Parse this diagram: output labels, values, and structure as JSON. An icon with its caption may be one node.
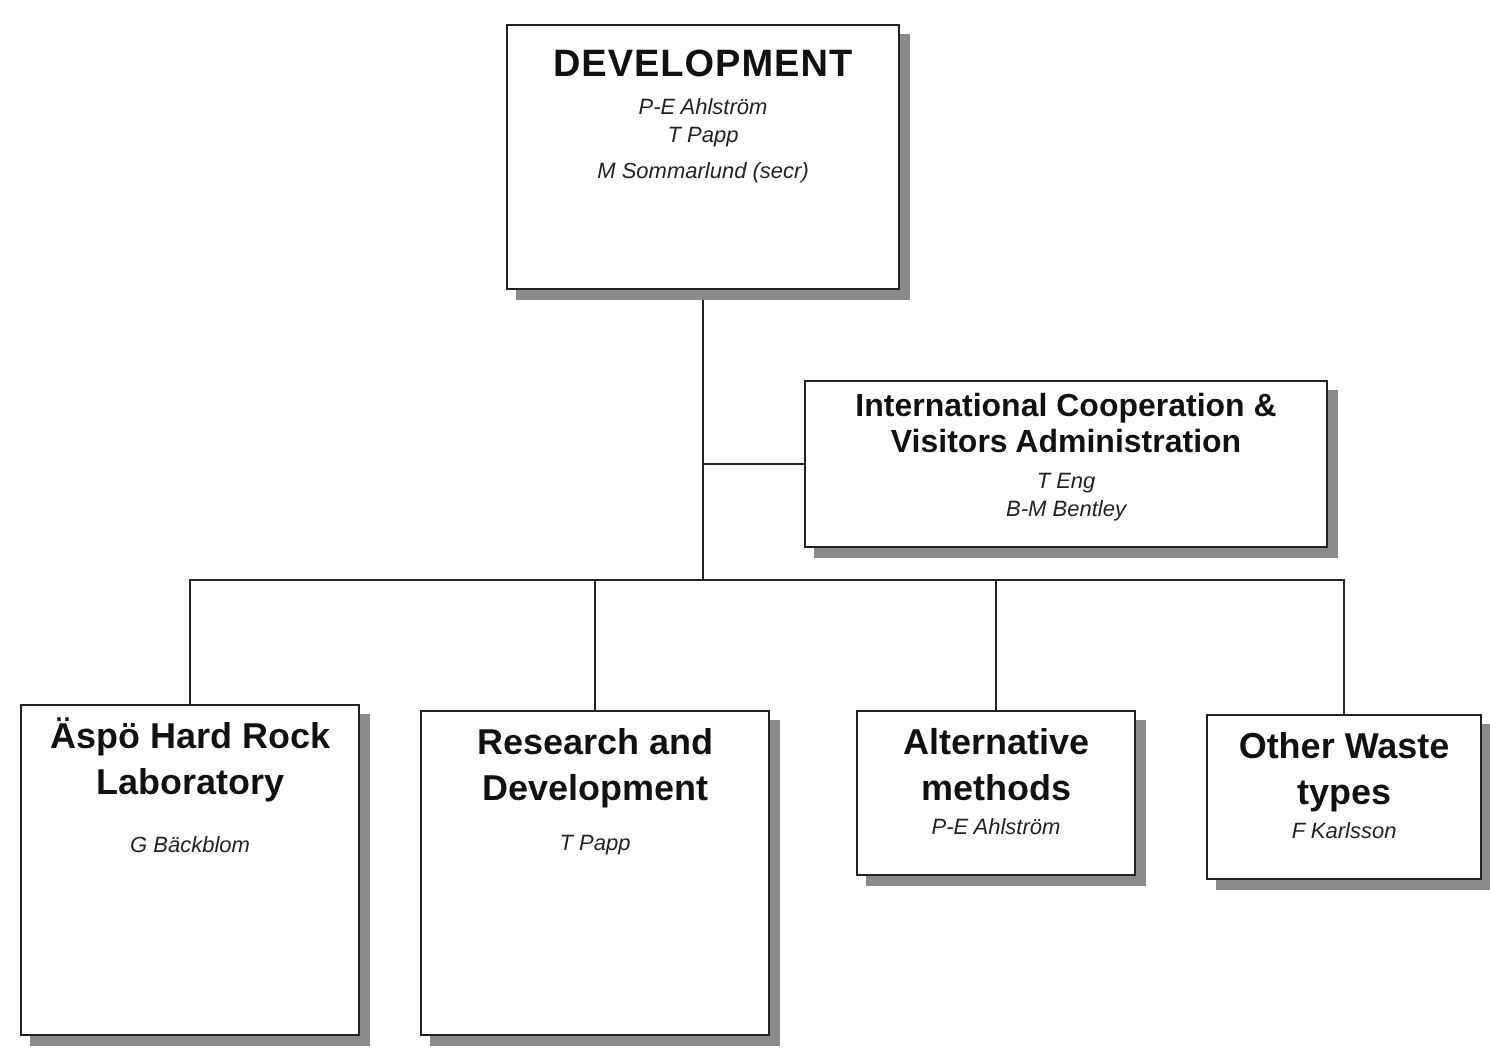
{
  "diagram": {
    "nodes": [
      {
        "text": [
          "DEVELOPMENT",
          "P-E Ahlström",
          "T Papp",
          "M Sommarlund (secr)"
        ]
      },
      {
        "text": [
          "International Cooperation & Visitors Administration",
          "T Eng",
          "B-M Bentley"
        ]
      },
      {
        "text": [
          "Äspö Hard Rock Laboratory",
          "G Bäckblom"
        ]
      },
      {
        "text": [
          "Research and Development",
          "T Papp"
        ]
      },
      {
        "text": [
          "Alternative methods",
          "P-E Ahlström"
        ]
      },
      {
        "text": [
          "Other Waste types",
          "F Karlsson"
        ]
      }
    ],
    "edges": [
      {
        "from": 0,
        "to": 1,
        "arrow": "none"
      },
      {
        "from": 0,
        "to": 2,
        "arrow": "none"
      },
      {
        "from": 0,
        "to": 3,
        "arrow": "none"
      },
      {
        "from": 0,
        "to": 4,
        "arrow": "none"
      },
      {
        "from": 0,
        "to": 5,
        "arrow": "none"
      }
    ]
  }
}
